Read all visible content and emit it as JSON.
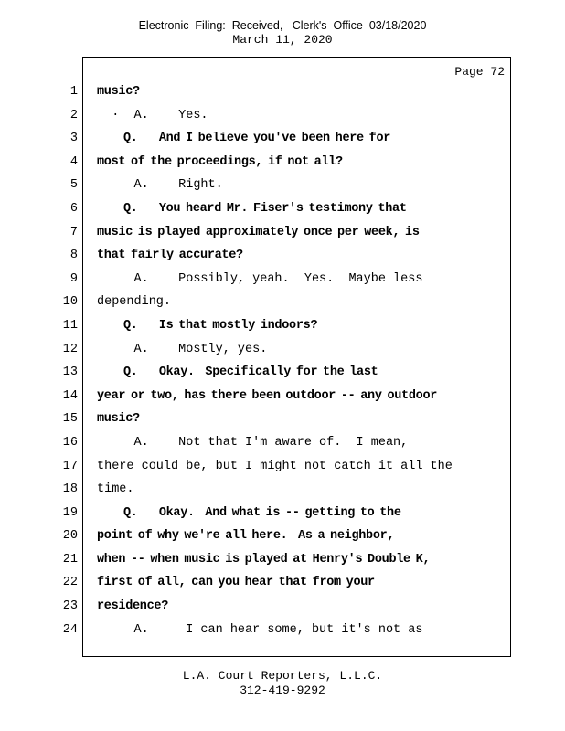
{
  "header": {
    "filing_line": "Electronic  Filing:  Received,   Clerk's  Office  03/18/2020",
    "date_line": "March 11, 2020"
  },
  "transcript": {
    "page_label": "Page 72",
    "lines": [
      {
        "num": "1",
        "bold": true,
        "text": "music?"
      },
      {
        "num": "2",
        "bold": false,
        "text": "  ·  A.    Yes."
      },
      {
        "num": "3",
        "bold": true,
        "text": "     Q.    And I believe you've been here for"
      },
      {
        "num": "4",
        "bold": true,
        "text": "most of the proceedings, if not all?"
      },
      {
        "num": "5",
        "bold": false,
        "text": "     A.    Right."
      },
      {
        "num": "6",
        "bold": true,
        "text": "     Q.    You heard Mr. Fiser's testimony that"
      },
      {
        "num": "7",
        "bold": true,
        "text": "music is played approximately once per week, is"
      },
      {
        "num": "8",
        "bold": true,
        "text": "that fairly accurate?"
      },
      {
        "num": "9",
        "bold": false,
        "text": "     A.    Possibly, yeah.  Yes.  Maybe less"
      },
      {
        "num": "10",
        "bold": false,
        "text": "depending."
      },
      {
        "num": "11",
        "bold": true,
        "text": "     Q.    Is that mostly indoors?"
      },
      {
        "num": "12",
        "bold": false,
        "text": "     A.    Mostly, yes."
      },
      {
        "num": "13",
        "bold": true,
        "text": "     Q.    Okay.  Specifically for the last"
      },
      {
        "num": "14",
        "bold": true,
        "text": "year or two, has there been outdoor -- any outdoor"
      },
      {
        "num": "15",
        "bold": true,
        "text": "music?"
      },
      {
        "num": "16",
        "bold": false,
        "text": "     A.    Not that I'm aware of.  I mean,"
      },
      {
        "num": "17",
        "bold": false,
        "text": "there could be, but I might not catch it all the"
      },
      {
        "num": "18",
        "bold": false,
        "text": "time."
      },
      {
        "num": "19",
        "bold": true,
        "text": "     Q.    Okay.  And what is -- getting to the"
      },
      {
        "num": "20",
        "bold": true,
        "text": "point of why we're all here.  As a neighbor,"
      },
      {
        "num": "21",
        "bold": true,
        "text": "when -- when music is played at Henry's Double K,"
      },
      {
        "num": "22",
        "bold": true,
        "text": "first of all, can you hear that from your"
      },
      {
        "num": "23",
        "bold": true,
        "text": "residence?"
      },
      {
        "num": "24",
        "bold": false,
        "text": "     A.     I can hear some, but it's not as"
      }
    ]
  },
  "footer": {
    "company": "L.A. Court Reporters, L.L.C.",
    "phone": "312-419-9292"
  }
}
